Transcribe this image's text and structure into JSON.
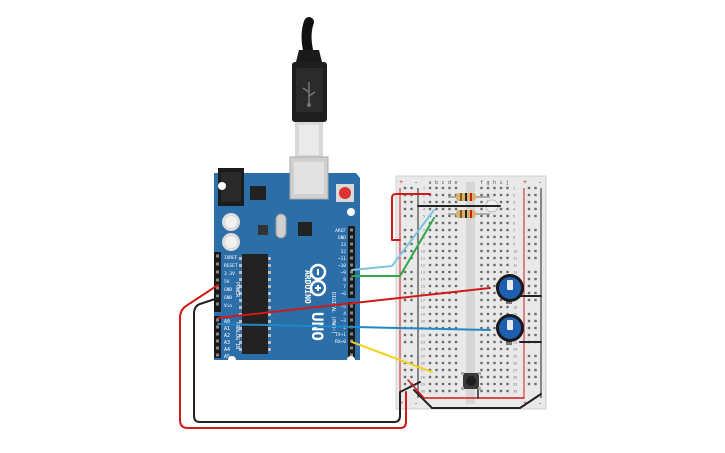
{
  "board": {
    "power_labels": [
      "IOREF",
      "RESET",
      "3.3V",
      "5V",
      "GND",
      "GND",
      "Vin"
    ],
    "analog_labels": [
      "A0",
      "A1",
      "A2",
      "A3",
      "A4",
      "A5"
    ],
    "digital_labels": [
      "AREF",
      "GND",
      "13",
      "12",
      "~11",
      "~10",
      "~9",
      "8",
      "7",
      "~6",
      "~5",
      "4",
      "~3",
      "2",
      "TX→1",
      "RX←0"
    ],
    "brand": "ARDUINO",
    "model": "UNO",
    "header_power": "POWER",
    "header_analog": "ANALOG IN",
    "header_digital": "DIGITAL (PWM~)"
  },
  "breadboard": {
    "column_letters_left": [
      "a",
      "b",
      "c",
      "d",
      "e"
    ],
    "column_letters_right": [
      "f",
      "g",
      "h",
      "i",
      "j"
    ],
    "row_numbers": [
      "1",
      "2",
      "3",
      "4",
      "5",
      "6",
      "7",
      "8",
      "9",
      "10",
      "11",
      "12",
      "13",
      "14",
      "15",
      "16",
      "17",
      "18",
      "19",
      "20",
      "21",
      "22",
      "23",
      "24",
      "25",
      "26",
      "27",
      "28",
      "29",
      "30"
    ],
    "plus_label": "+",
    "minus_label": "-"
  },
  "colors": {
    "board_blue": "#2c6ea8",
    "board_dark": "#1f557f",
    "wire_red": "#d11a1a",
    "wire_black": "#222222",
    "wire_green": "#2fa84a",
    "wire_lightblue": "#7ec3e0",
    "wire_blue": "#1e88c8",
    "wire_yellow": "#f2d21a",
    "pot_blue": "#1d5fb0",
    "breadboard": "#e9e9e9"
  }
}
